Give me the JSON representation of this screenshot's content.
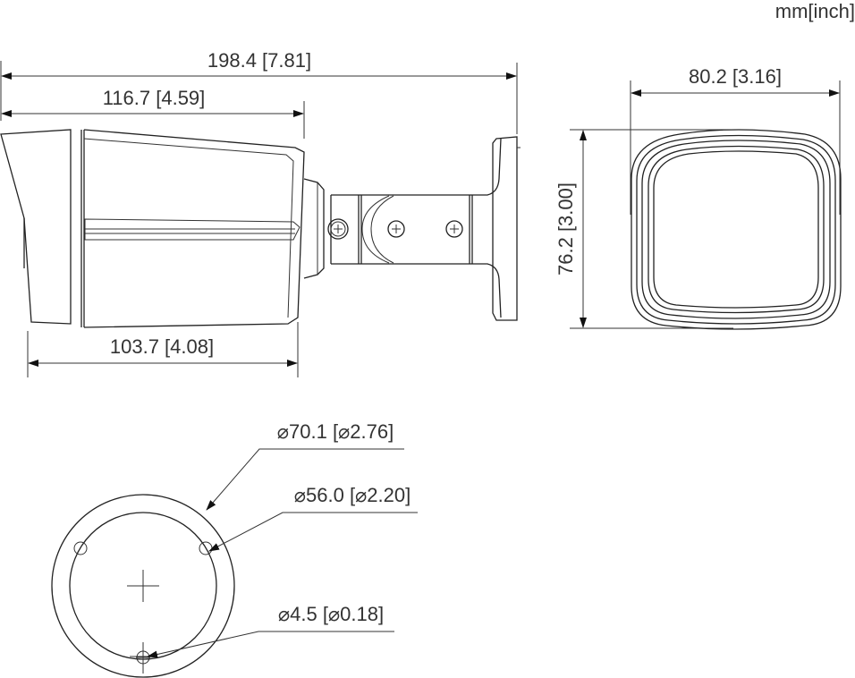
{
  "units_label": "mm[inch]",
  "side_view": {
    "total_length": "198.4 [7.81]",
    "bracket_offset": "116.7 [4.59]",
    "body_length": "103.7 [4.08]"
  },
  "front_view": {
    "width": "80.2 [3.16]",
    "height": "76.2 [3.00]"
  },
  "mount_base": {
    "outer_diameter": "⌀70.1 [⌀2.76]",
    "hole_circle_diameter": "⌀56.0 [⌀2.20]",
    "hole_diameter": "⌀4.5 [⌀0.18]"
  },
  "colors": {
    "line": "#222222",
    "text": "#333333",
    "background": "#ffffff"
  }
}
